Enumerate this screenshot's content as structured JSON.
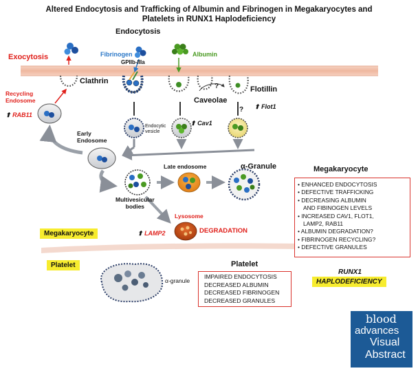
{
  "title_line1": "Altered Endocytosis and Trafficking of Albumin and Fibrinogen in Megakaryocytes and",
  "title_line2": "Platelets in RUNX1 Haplodeficiency",
  "labels": {
    "endocytosis": "Endocytosis",
    "exocytosis": "Exocytosis",
    "fibrinogen": "Fibrinogen",
    "albumin": "Albumin",
    "gpiib": "GPIIb-IIIa",
    "clathrin": "Clathrin",
    "caveolae": "Caveolae",
    "flotillin": "Flotillin",
    "recycling_endosome": "Recycling\nEndosome",
    "rab11": "RAB11",
    "cav1": "Cav1",
    "flot1": "Flot1",
    "endocytic_vesicle": "Endocytic\nvesicle",
    "early_endosome": "Early\nEndosome",
    "late_endosome": "Late endosome",
    "alpha_granule": "α-Granule",
    "multivesicular_bodies": "Multivesicular\nbodies",
    "lysosome": "Lysosome",
    "lamp2": "LAMP2",
    "degradation": "DEGRADATION",
    "question1": "?",
    "question2": "?",
    "alpha_granule_small": "α-granule",
    "up_arrow": "⬆"
  },
  "megakaryocyte_heading": "Megakaryocyte",
  "megakaryocyte_box": [
    "ENHANCED ENDOCYTOSIS",
    "DEFECTIVE TRAFFICKING",
    "DECREASING ALBUMIN",
    "AND FIBINOGEN LEVELS",
    "INCREASED CAV1, FLOT1,",
    "LAMP2, RAB11",
    "ALBUMIN DEGRADATION?",
    "FIBRINOGEN RECYCLING?",
    "DEFECTIVE GRANULES"
  ],
  "megakaryocyte_tag": "Megakaryocyte",
  "platelet_tag": "Platelet",
  "platelet_heading": "Platelet",
  "platelet_box": [
    "IMPAIRED ENDOCYTOSIS",
    "DECREASED ALBUMIN",
    "DECREASED FIBRINOGEN",
    "DECREASED GRANULES"
  ],
  "runx1_line1": "RUNX1",
  "runx1_line2": "HAPLODEFICIENCY",
  "logo": {
    "line1": "blood",
    "line2": "advances",
    "line3": "Visual",
    "line4": "Abstract"
  },
  "colors": {
    "red": "#e0201b",
    "fibrinogen_blue": "#2a77c7",
    "albumin_green": "#4a9a22",
    "membrane": "#f3c8b5",
    "yellow": "#f7ec2e",
    "logo_blue": "#1c5a96"
  }
}
